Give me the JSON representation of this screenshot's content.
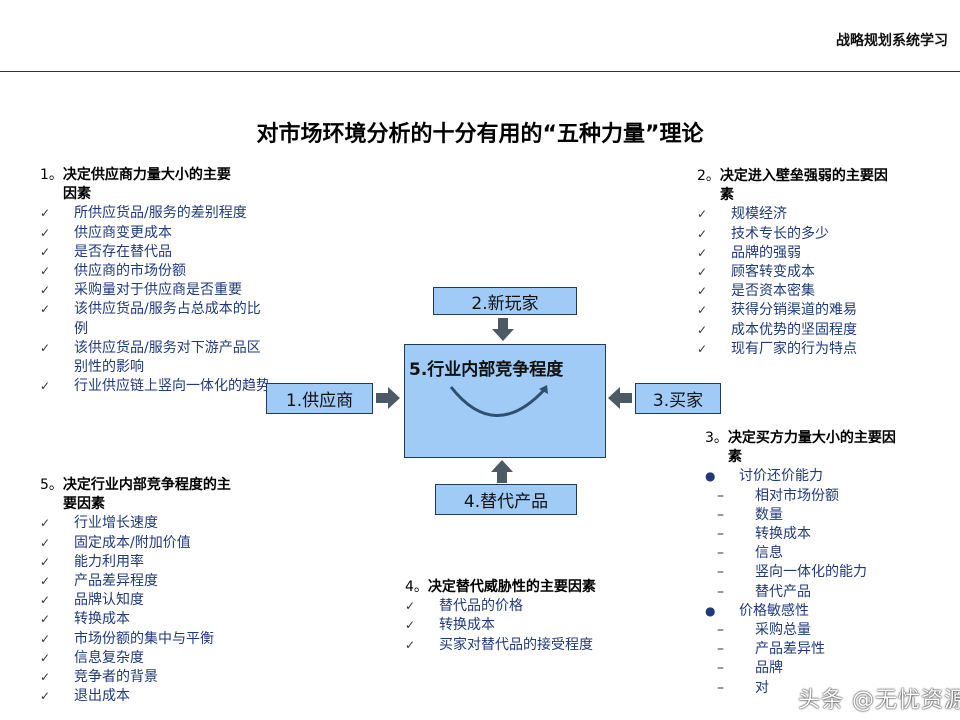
{
  "header": "战略规划系统学习",
  "title": "对市场环境分析的十分有用的“五种力量”理论",
  "s1": {
    "num": "1。",
    "heading": "决定供应商力量大小的主要",
    "heading2": "因素",
    "items": [
      "所供应货品/服务的差别程度",
      "供应商变更成本",
      "是否存在替代品",
      "供应商的市场份额",
      "采购量对于供应商是否重要",
      "该供应货品/服务占总成本的比例",
      "该供应货品/服务对下游产品区别性的影响",
      "行业供应链上竖向一体化的趋势"
    ]
  },
  "s2": {
    "num": "2。",
    "heading": "决定进入壁垒强弱的主要因",
    "heading2": "素",
    "items": [
      "规模经济",
      "技术专长的多少",
      "品牌的强弱",
      "顾客转变成本",
      "是否资本密集",
      "获得分销渠道的难易",
      "成本优势的坚固程度",
      "现有厂家的行为特点"
    ]
  },
  "s3": {
    "num": "3。",
    "heading": "决定买方力量大小的主要因",
    "heading2": "素",
    "groups": [
      {
        "label": "讨价还价能力",
        "items": [
          "相对市场份额",
          "数量",
          "转换成本",
          "信息",
          "竖向一体化的能力",
          "替代产品"
        ]
      },
      {
        "label": "价格敏感性",
        "items": [
          "采购总量",
          "产品差异性",
          "品牌",
          "对"
        ]
      }
    ]
  },
  "s4": {
    "num": "4。",
    "heading": "决定替代威胁性的主要因素",
    "items": [
      "替代品的价格",
      "转换成本",
      "买家对替代品的接受程度"
    ]
  },
  "s5": {
    "num": "5。",
    "heading": "决定行业内部竞争程度的主",
    "heading2": "要因素",
    "items": [
      "行业增长速度",
      "固定成本/附加价值",
      "能力利用率",
      "产品差异程度",
      "品牌认知度",
      "转换成本",
      "市场份额的集中与平衡",
      "信息复杂度",
      "竞争者的背景",
      "退出成本"
    ]
  },
  "diagram": {
    "center": "5.行业内部竞争程度",
    "top": "2.新玩家",
    "left": "1.供应商",
    "right": "3.买家",
    "bottom": "4.替代产品"
  },
  "watermark": "头条 @无忧资源",
  "icons": {
    "check": "✓",
    "dash": "–",
    "bullet": "●"
  }
}
